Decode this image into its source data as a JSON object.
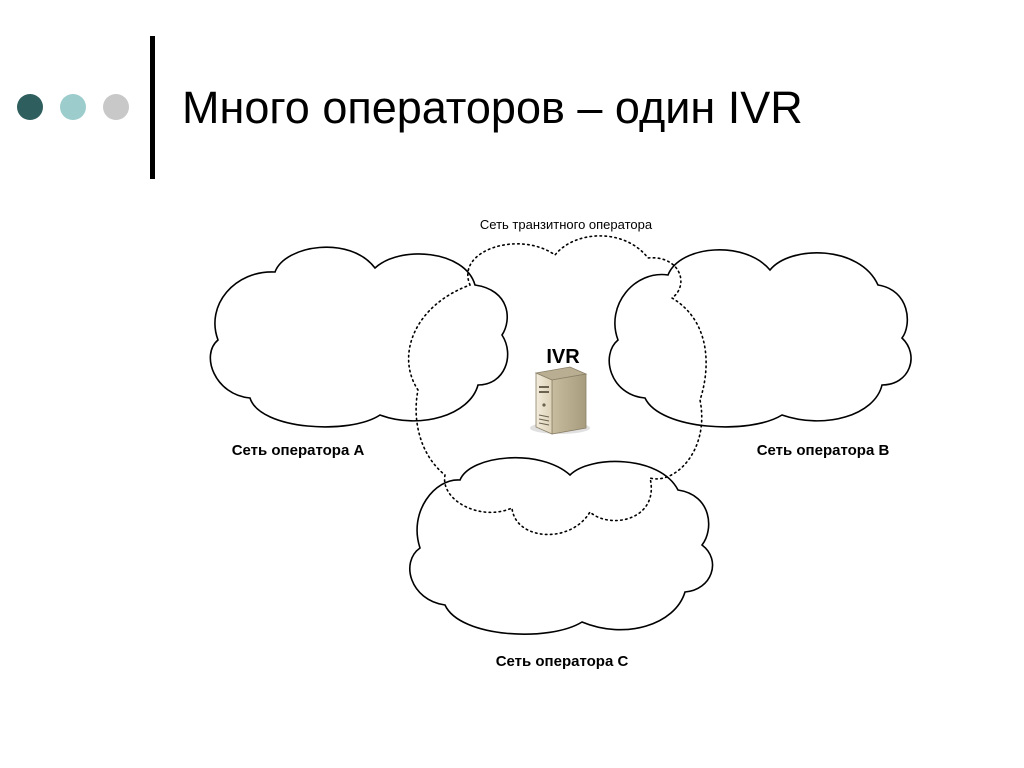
{
  "slide": {
    "title": "Много операторов – один IVR",
    "bullet_colors": [
      "#2e5e5e",
      "#9ccccc",
      "#c8c8c8"
    ]
  },
  "diagram": {
    "transit_network_label": "Сеть транзитного оператора",
    "server_label": "IVR",
    "server_icon": "server-icon",
    "operator_a_label": "Сеть оператора A",
    "operator_b_label": "Сеть оператора B",
    "operator_c_label": "Сеть оператора C"
  }
}
